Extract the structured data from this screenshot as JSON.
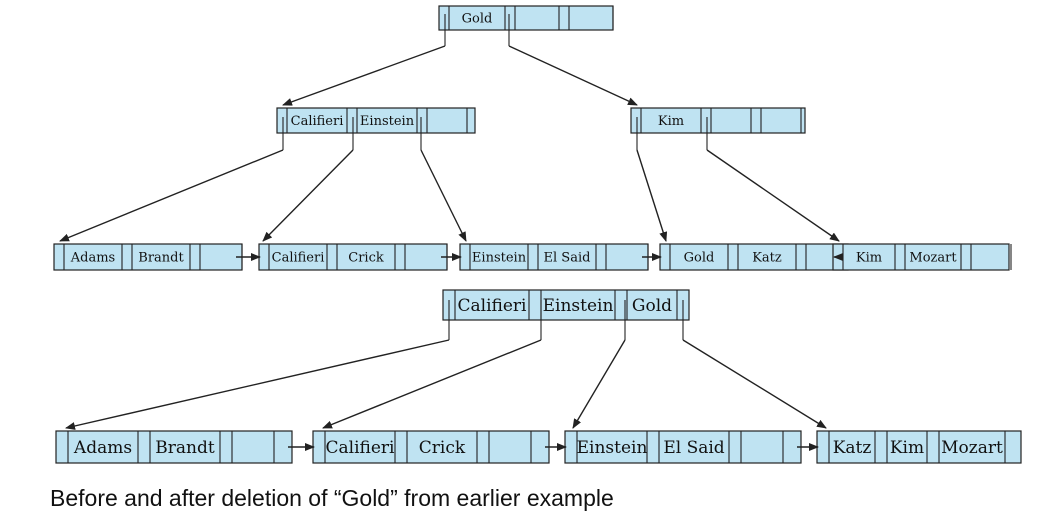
{
  "caption": "Before and after deletion of “Gold” from earlier example",
  "colors": {
    "node_fill": "#bfe3f2",
    "stroke": "#222222"
  },
  "before": {
    "root": [
      "Gold"
    ],
    "internal": [
      [
        "Califieri",
        "Einstein"
      ],
      [
        "Kim"
      ]
    ],
    "leaves": [
      [
        "Adams",
        "Brandt"
      ],
      [
        "Califieri",
        "Crick"
      ],
      [
        "Einstein",
        "El Said"
      ],
      [
        "Gold",
        "Katz"
      ],
      [
        "Kim",
        "Mozart"
      ]
    ]
  },
  "after": {
    "root": [
      "Califieri",
      "Einstein",
      "Gold"
    ],
    "leaves": [
      [
        "Adams",
        "Brandt"
      ],
      [
        "Califieri",
        "Crick"
      ],
      [
        "Einstein",
        "El Said"
      ],
      [
        "Katz",
        "Kim",
        "Mozart"
      ]
    ]
  }
}
